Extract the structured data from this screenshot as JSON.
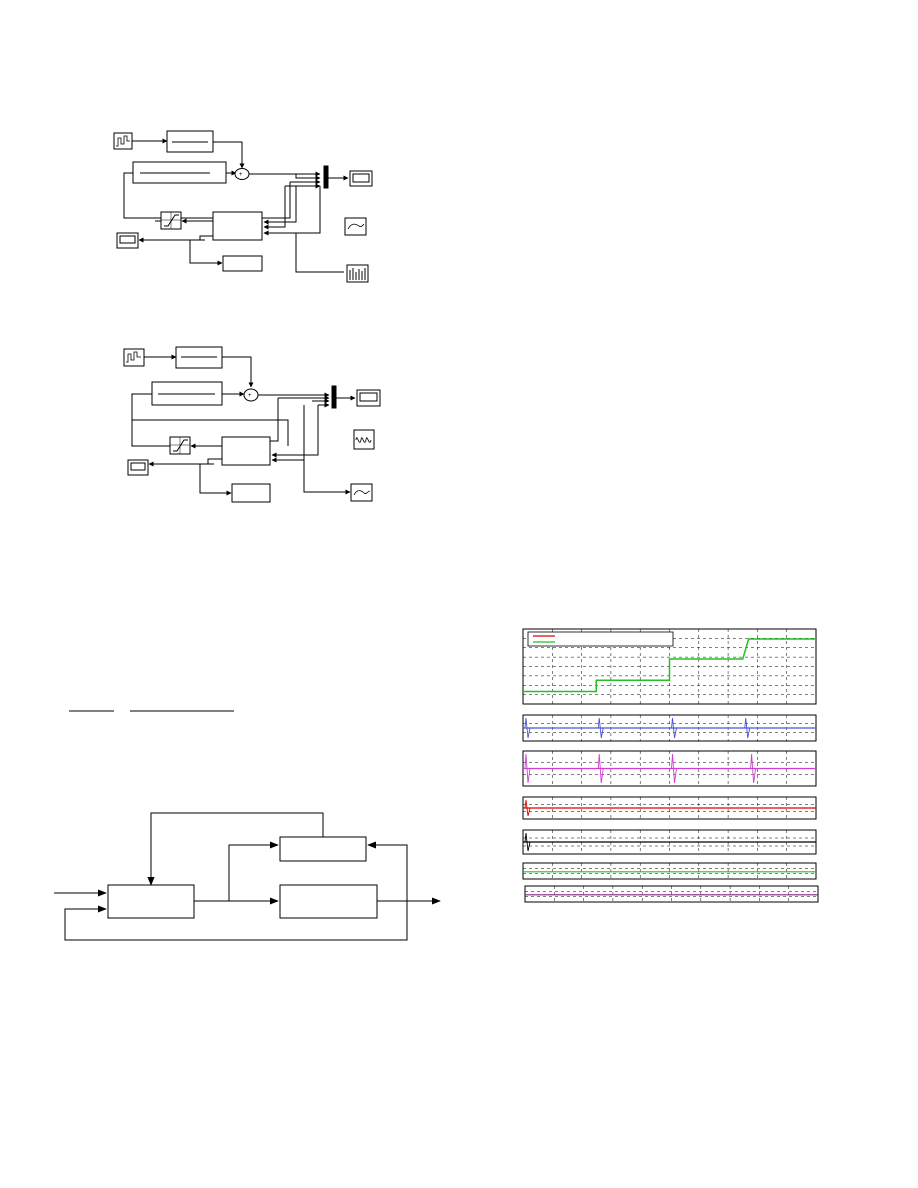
{
  "page": {
    "description_none": ""
  },
  "colors": {
    "ink": "#000000",
    "series_red": "#e00000",
    "series_green": "#22c022",
    "series_blue": "#4a56d8",
    "series_magenta": "#d040d0",
    "series_purple": "#8a2090"
  },
  "icons": {
    "signal_source": "signal-builder-icon",
    "scope": "scope-icon",
    "saturation": "saturation-icon",
    "sum": "sum-icon",
    "mux": "mux-bar-icon",
    "spectrum": "spectrum-icon",
    "xy_graph": "xy-graph-icon"
  },
  "chart_data": [
    {
      "type": "line",
      "panel": 1,
      "x": [
        0,
        0.3,
        0.3,
        2.5,
        2.5,
        5.0,
        5.0,
        7.5,
        7.7,
        10
      ],
      "series": [
        {
          "color_key": "series_green",
          "values": [
            1,
            1,
            1,
            1.0,
            1.9,
            1.9,
            3.6,
            3.6,
            5.2,
            5.2
          ]
        }
      ],
      "legend": {
        "entries": 2,
        "placement": "top-left"
      },
      "xlim": [
        0,
        10
      ],
      "ylim": [
        0,
        6
      ],
      "grid": true
    },
    {
      "type": "line",
      "panel": 2,
      "series": [
        {
          "color_key": "series_blue",
          "spikes_at": [
            0,
            2.5,
            5.0,
            7.5
          ]
        }
      ],
      "xlim": [
        0,
        10
      ],
      "grid": true
    },
    {
      "type": "line",
      "panel": 3,
      "series": [
        {
          "color_key": "series_magenta",
          "spikes_at": [
            0,
            2.5,
            5.0,
            7.7
          ]
        }
      ],
      "xlim": [
        0,
        10
      ],
      "grid": true
    },
    {
      "type": "line",
      "panel": 4,
      "series": [
        {
          "color_key": "series_red",
          "spikes_at": [
            0
          ]
        }
      ],
      "xlim": [
        0,
        10
      ],
      "grid": true
    },
    {
      "type": "line",
      "panel": 5,
      "series": [
        {
          "color_key": "ink",
          "spikes_at": [
            0
          ]
        }
      ],
      "xlim": [
        0,
        10
      ],
      "grid": true
    },
    {
      "type": "line",
      "panel": 6,
      "series": [
        {
          "color_key": "series_green",
          "constant": true
        }
      ],
      "xlim": [
        0,
        10
      ],
      "grid": true
    },
    {
      "type": "line",
      "panel": 7,
      "series": [
        {
          "color_key": "series_purple",
          "constant": true
        }
      ],
      "xlim": [
        0,
        10
      ],
      "grid": true
    }
  ]
}
